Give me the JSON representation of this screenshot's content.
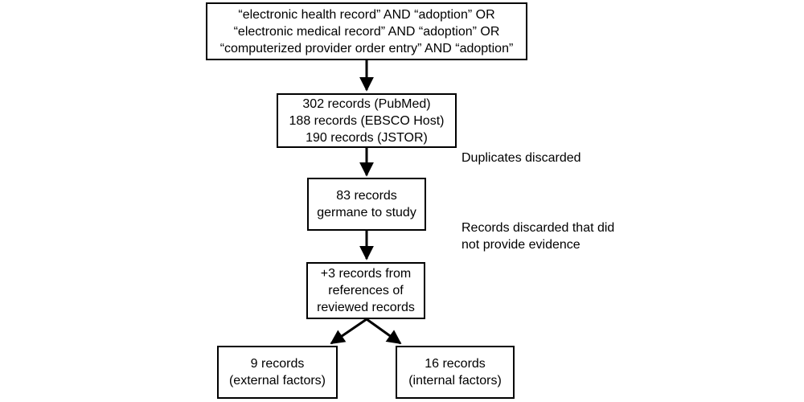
{
  "search_box": {
    "lines": [
      "“electronic health record” AND “adoption” OR",
      "“electronic medical record” AND “adoption” OR",
      "“computerized provider order entry” AND “adoption”"
    ]
  },
  "sources_box": {
    "lines": [
      "302 records (PubMed)",
      "188 records (EBSCO Host)",
      "190 records (JSTOR)"
    ]
  },
  "germane_box": {
    "lines": [
      "83 records",
      "germane to study"
    ]
  },
  "references_box": {
    "lines": [
      "+3 records from",
      "references of",
      "reviewed records"
    ]
  },
  "external_box": {
    "lines": [
      "9 records",
      "(external factors)"
    ]
  },
  "internal_box": {
    "lines": [
      "16 records",
      "(internal factors)"
    ]
  },
  "notes": {
    "duplicates": "Duplicates discarded",
    "discarded_lines": [
      "Records discarded that did",
      "not provide evidence"
    ]
  }
}
